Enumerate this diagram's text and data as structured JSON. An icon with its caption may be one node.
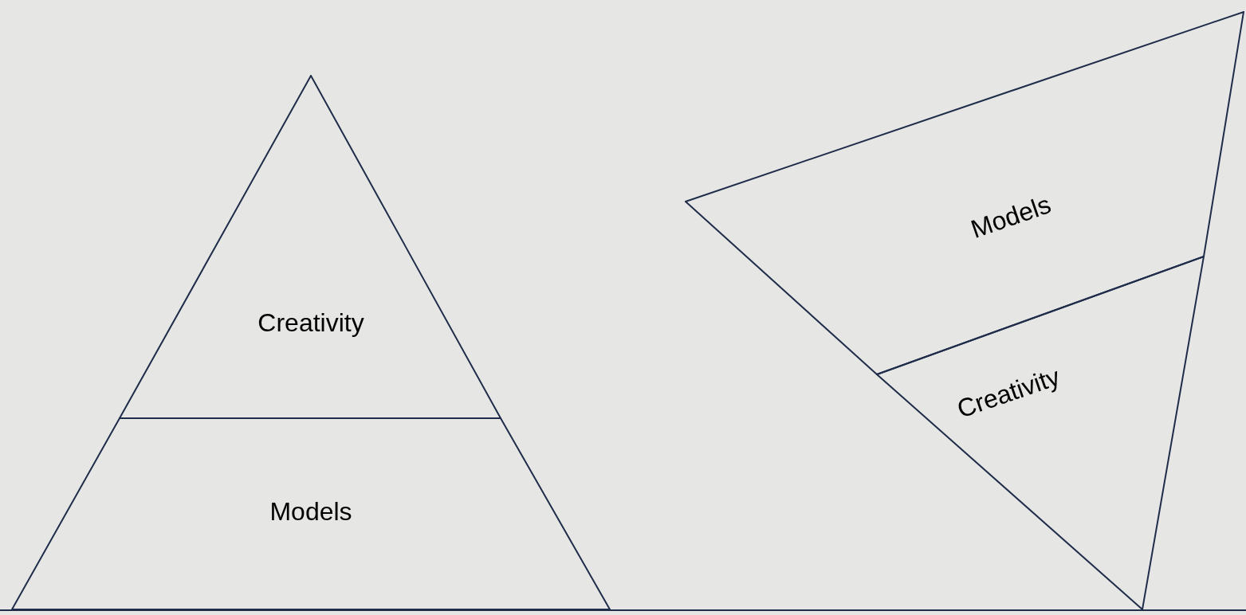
{
  "diagram": {
    "nodes": [
      {
        "text": [
          "Creativity"
        ]
      },
      {
        "text": [
          "Models"
        ]
      },
      {
        "text": [
          "Models"
        ]
      },
      {
        "text": [
          "Creativity"
        ]
      }
    ]
  }
}
